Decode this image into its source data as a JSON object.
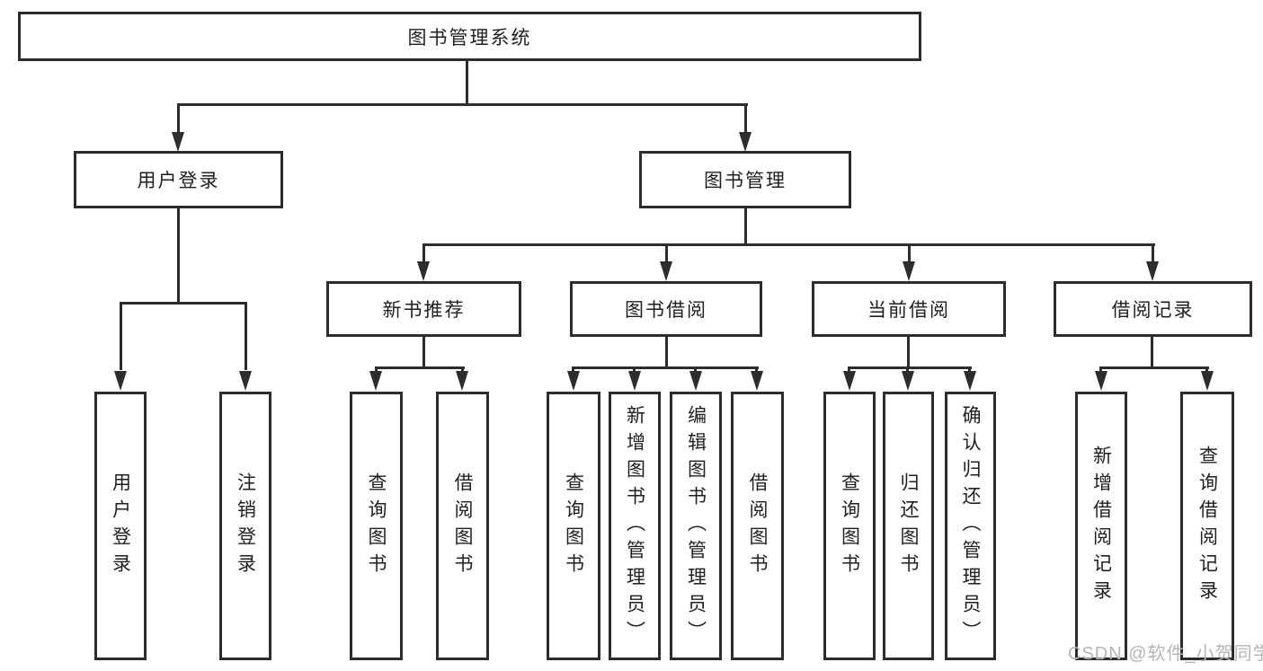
{
  "tree": {
    "root": {
      "label": "图书管理系统",
      "children": [
        {
          "label": "用户登录",
          "children": [
            {
              "label": "用户登录"
            },
            {
              "label": "注销登录"
            }
          ]
        },
        {
          "label": "图书管理",
          "children": [
            {
              "label": "新书推荐",
              "children": [
                {
                  "label": "查询图书"
                },
                {
                  "label": "借阅图书"
                }
              ]
            },
            {
              "label": "图书借阅",
              "children": [
                {
                  "label": "查询图书"
                },
                {
                  "label": "新增图书（管理员）"
                },
                {
                  "label": "编辑图书（管理员）"
                },
                {
                  "label": "借阅图书"
                }
              ]
            },
            {
              "label": "当前借阅",
              "children": [
                {
                  "label": "查询图书"
                },
                {
                  "label": "归还图书"
                },
                {
                  "label": "确认归还（管理员）"
                }
              ]
            },
            {
              "label": "借阅记录",
              "children": [
                {
                  "label": "新增借阅记录"
                },
                {
                  "label": "查询借阅记录"
                }
              ]
            }
          ]
        }
      ]
    }
  },
  "watermark": {
    "text": "CSDN @软件_小贺同学"
  },
  "colors": {
    "line": "#2d2d2d",
    "text": "#1f1f23",
    "watermark": "#b5b5b5",
    "background": "#ffffff"
  }
}
